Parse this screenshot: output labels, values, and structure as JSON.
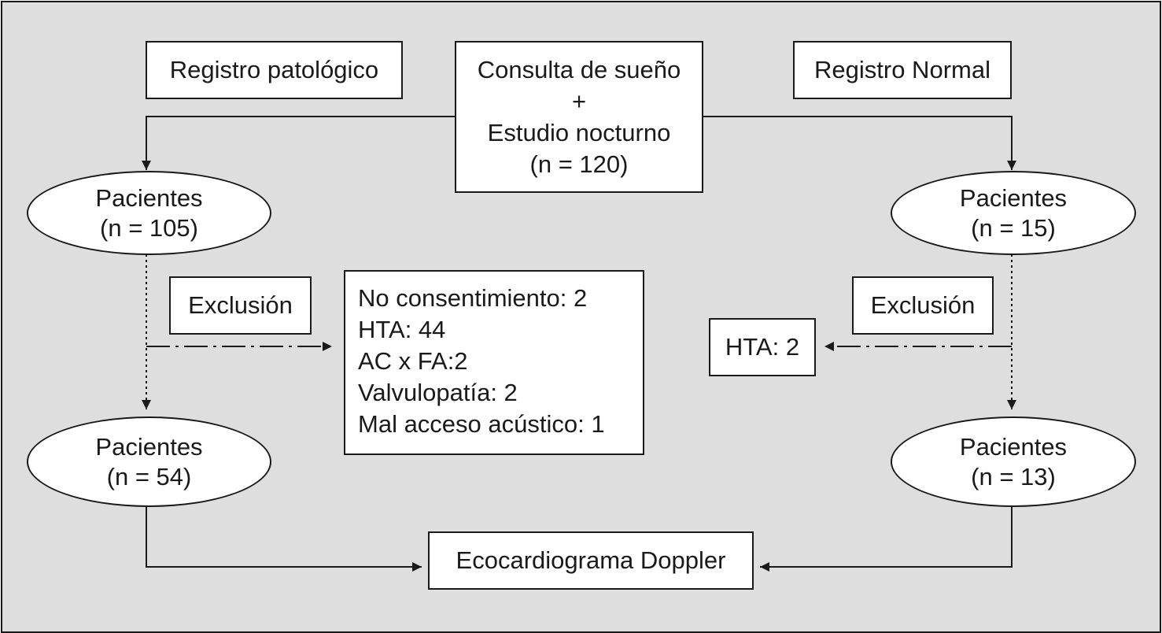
{
  "header": {
    "left_label": "Registro patológico",
    "right_label": "Registro Normal"
  },
  "start": {
    "line1": "Consulta de sueño",
    "line2": "+",
    "line3": "Estudio nocturno",
    "line4": "(n = 120)"
  },
  "left_branch": {
    "patients_initial": {
      "label": "Pacientes",
      "count": "(n = 105)"
    },
    "exclusion_label": "Exclusión",
    "exclusions": [
      "No consentimiento: 2",
      "HTA: 44",
      "AC x FA:2",
      "Valvulopatía: 2",
      "Mal acceso acústico: 1"
    ],
    "patients_final": {
      "label": "Pacientes",
      "count": "(n = 54)"
    }
  },
  "right_branch": {
    "patients_initial": {
      "label": "Pacientes",
      "count": "(n = 15)"
    },
    "exclusion_label": "Exclusión",
    "exclusions": [
      "HTA: 2"
    ],
    "patients_final": {
      "label": "Pacientes",
      "count": "(n = 13)"
    }
  },
  "end": {
    "label": "Ecocardiograma Doppler"
  }
}
